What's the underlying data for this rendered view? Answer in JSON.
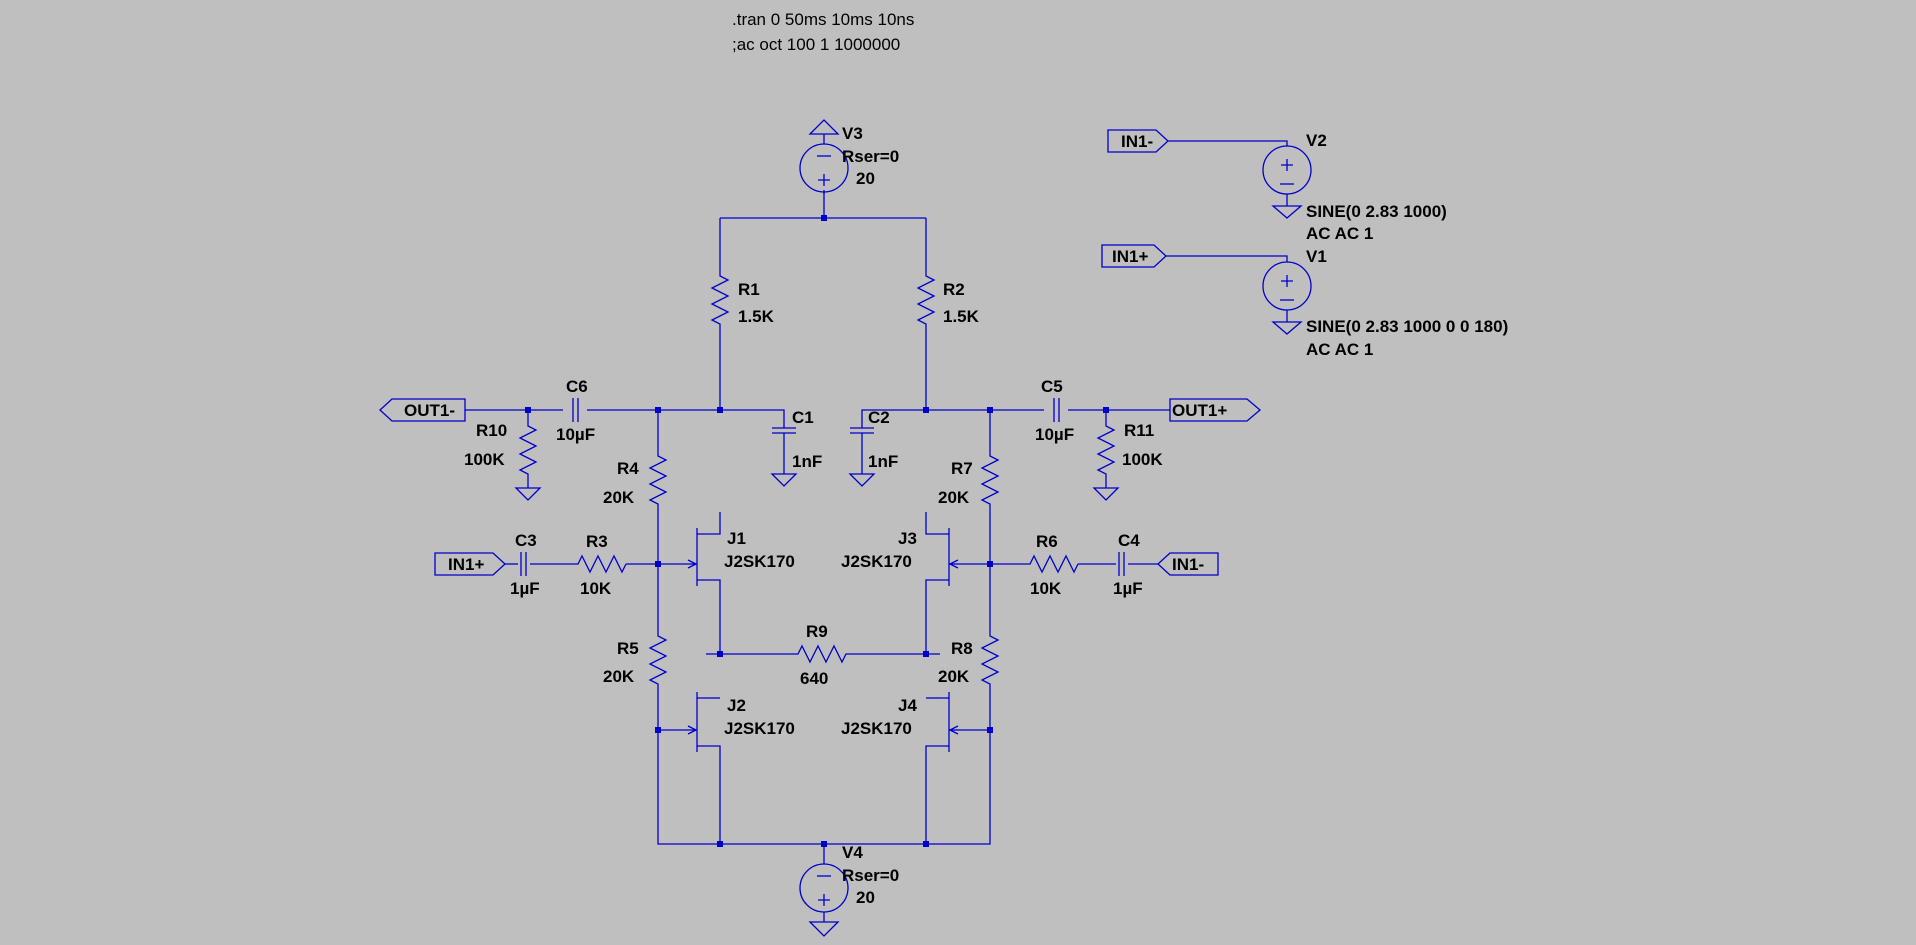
{
  "directives": {
    "tran": ".tran 0 50ms 10ms 10ns",
    "ac": ";ac oct 100 1 1000000"
  },
  "sources": {
    "V3": {
      "name": "V3",
      "param": "Rser=0",
      "value": "20"
    },
    "V4": {
      "name": "V4",
      "param": "Rser=0",
      "value": "20"
    },
    "V2": {
      "name": "V2",
      "value": "SINE(0 2.83 1000)",
      "ac": "AC AC 1"
    },
    "V1": {
      "name": "V1",
      "value": "SINE(0 2.83 1000 0 0 180)",
      "ac": "AC AC 1"
    }
  },
  "resistors": {
    "R1": {
      "name": "R1",
      "value": "1.5K"
    },
    "R2": {
      "name": "R2",
      "value": "1.5K"
    },
    "R3": {
      "name": "R3",
      "value": "10K"
    },
    "R4": {
      "name": "R4",
      "value": "20K"
    },
    "R5": {
      "name": "R5",
      "value": "20K"
    },
    "R6": {
      "name": "R6",
      "value": "10K"
    },
    "R7": {
      "name": "R7",
      "value": "20K"
    },
    "R8": {
      "name": "R8",
      "value": "20K"
    },
    "R9": {
      "name": "R9",
      "value": "640"
    },
    "R10": {
      "name": "R10",
      "value": "100K"
    },
    "R11": {
      "name": "R11",
      "value": "100K"
    }
  },
  "capacitors": {
    "C1": {
      "name": "C1",
      "value": "1nF"
    },
    "C2": {
      "name": "C2",
      "value": "1nF"
    },
    "C3": {
      "name": "C3",
      "value": "1µF"
    },
    "C4": {
      "name": "C4",
      "value": "1µF"
    },
    "C5": {
      "name": "C5",
      "value": "10µF"
    },
    "C6": {
      "name": "C6",
      "value": "10µF"
    }
  },
  "jfets": {
    "J1": {
      "name": "J1",
      "model": "J2SK170"
    },
    "J2": {
      "name": "J2",
      "model": "J2SK170"
    },
    "J3": {
      "name": "J3",
      "model": "J2SK170"
    },
    "J4": {
      "name": "J4",
      "model": "J2SK170"
    }
  },
  "ports": {
    "out_minus": "OUT1-",
    "out_plus": "OUT1+",
    "in_plus_left": "IN1+",
    "in_minus_right": "IN1-",
    "in_minus_v2": "IN1-",
    "in_plus_v1": "IN1+"
  },
  "colors": {
    "background": "#bfbfbf",
    "wire": "#0000cc",
    "text": "#000000"
  }
}
